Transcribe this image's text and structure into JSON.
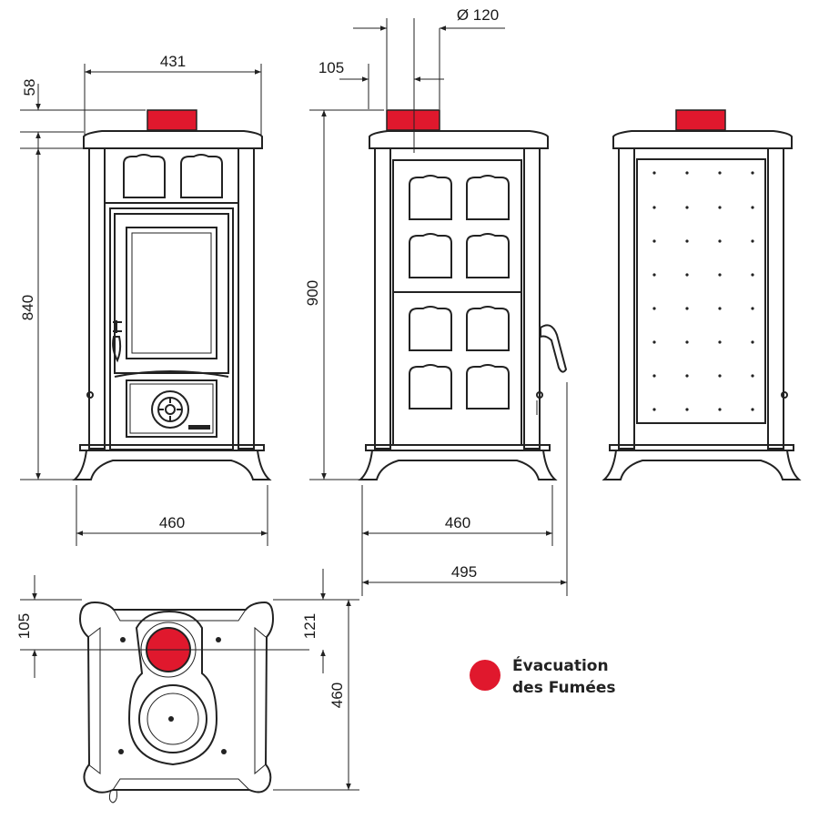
{
  "dimensions": {
    "top_width": "431",
    "top_offset": "58",
    "front_height": "840",
    "front_width": "460",
    "side_height": "900",
    "flue_diameter": "Ø 120",
    "flue_offset": "105",
    "side_width": "460",
    "side_depth": "495",
    "plan_offset_left": "105",
    "plan_offset_right": "121",
    "plan_depth": "460"
  },
  "legend": {
    "line1": "Évacuation",
    "line2": "des Fumées",
    "color": "#e0182d"
  },
  "colors": {
    "flue": "#e0182d",
    "stroke": "#222222"
  }
}
